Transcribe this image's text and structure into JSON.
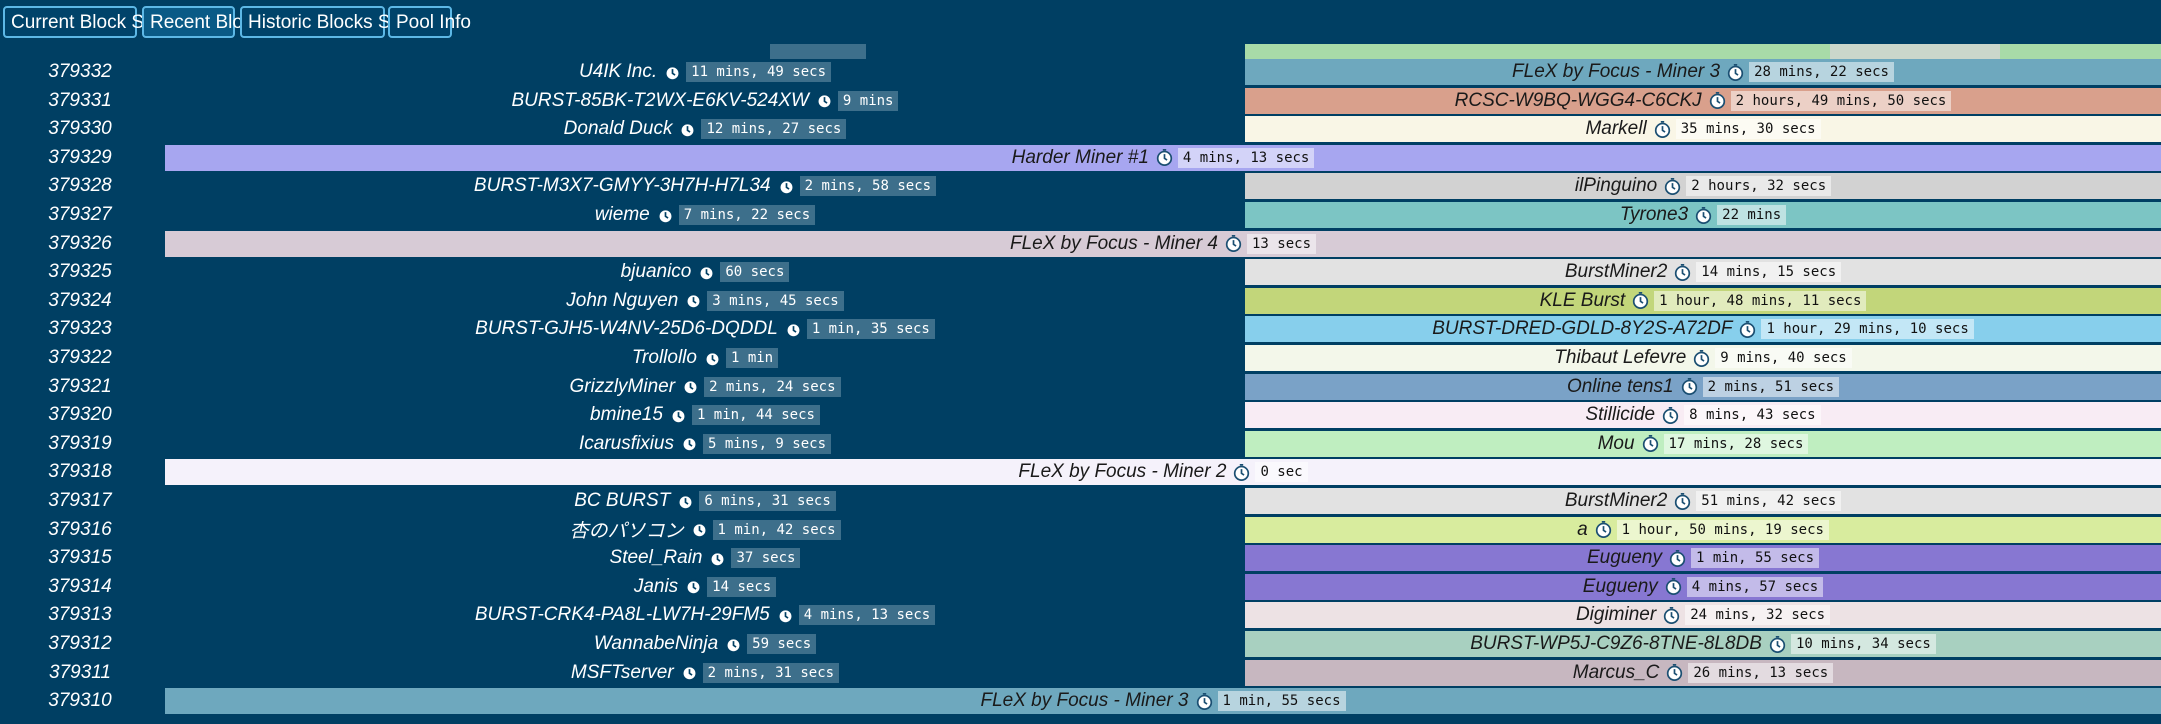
{
  "tabs": [
    {
      "label": "Current Block Shares",
      "active": false
    },
    {
      "label": "Recent Blocks",
      "active": true
    },
    {
      "label": "Historic Blocks Shares",
      "active": false
    },
    {
      "label": "Pool Info",
      "active": false
    }
  ],
  "icons": {
    "duration": "stopwatch-icon"
  },
  "rows": [
    {
      "height": "379332",
      "left": {
        "name": "U4IK Inc.",
        "duration": "11 mins, 49 secs"
      },
      "right": {
        "name": "FLeX by Focus - Miner 3",
        "duration": "28 mins, 22 secs",
        "color": "#6ea8be"
      }
    },
    {
      "height": "379331",
      "left": {
        "name": "BURST-85BK-T2WX-E6KV-524XW",
        "duration": "9 mins"
      },
      "right": {
        "name": "RCSC-W9BQ-WGG4-C6CKJ",
        "duration": "2 hours, 49 mins, 50 secs",
        "color": "#d9a08c"
      }
    },
    {
      "height": "379330",
      "left": {
        "name": "Donald Duck",
        "duration": "12 mins, 27 secs"
      },
      "right": {
        "name": "Markell",
        "duration": "35 mins, 30 secs",
        "color": "#f9f6e6"
      }
    },
    {
      "height": "379329",
      "full": {
        "name": "Harder Miner #1",
        "duration": "4 mins, 13 secs",
        "color": "#a7a6f0"
      }
    },
    {
      "height": "379328",
      "left": {
        "name": "BURST-M3X7-GMYY-3H7H-H7L34",
        "duration": "2 mins, 58 secs"
      },
      "right": {
        "name": "ilPinguino",
        "duration": "2 hours, 32 secs",
        "color": "#d2d2d2"
      }
    },
    {
      "height": "379327",
      "left": {
        "name": "wieme",
        "duration": "7 mins, 22 secs"
      },
      "right": {
        "name": "Tyrone3",
        "duration": "22 mins",
        "color": "#7cc5c4"
      }
    },
    {
      "height": "379326",
      "full": {
        "name": "FLeX by Focus - Miner 4",
        "duration": "13 secs",
        "color": "#d7cbd6"
      }
    },
    {
      "height": "379325",
      "left": {
        "name": "bjuanico",
        "duration": "60 secs"
      },
      "right": {
        "name": "BurstMiner2",
        "duration": "14 mins, 15 secs",
        "color": "#e2e2e2"
      }
    },
    {
      "height": "379324",
      "left": {
        "name": "John Nguyen",
        "duration": "3 mins, 45 secs"
      },
      "right": {
        "name": "KLE Burst",
        "duration": "1 hour, 48 mins, 11 secs",
        "color": "#c2d67a"
      }
    },
    {
      "height": "379323",
      "left": {
        "name": "BURST-GJH5-W4NV-25D6-DQDDL",
        "duration": "1 min, 35 secs"
      },
      "right": {
        "name": "BURST-DRED-GDLD-8Y2S-A72DF",
        "duration": "1 hour, 29 mins, 10 secs",
        "color": "#87cfec"
      }
    },
    {
      "height": "379322",
      "left": {
        "name": "Trollollo",
        "duration": "1 min"
      },
      "right": {
        "name": "Thibaut Lefevre",
        "duration": "9 mins, 40 secs",
        "color": "#f3f7ea"
      }
    },
    {
      "height": "379321",
      "left": {
        "name": "GrizzlyMiner",
        "duration": "2 mins, 24 secs"
      },
      "right": {
        "name": "Online tens1",
        "duration": "2 mins, 51 secs",
        "color": "#7aa2c7"
      }
    },
    {
      "height": "379320",
      "left": {
        "name": "bmine15",
        "duration": "1 min, 44 secs"
      },
      "right": {
        "name": "Stillicide",
        "duration": "8 mins, 43 secs",
        "color": "#f8ecf4"
      }
    },
    {
      "height": "379319",
      "left": {
        "name": "Icarusfixius",
        "duration": "5 mins, 9 secs"
      },
      "right": {
        "name": "Mou",
        "duration": "17 mins, 28 secs",
        "color": "#bfeec0"
      }
    },
    {
      "height": "379318",
      "full": {
        "name": "FLeX by Focus - Miner 2",
        "duration": "0 sec",
        "color": "#f5f2fb"
      }
    },
    {
      "height": "379317",
      "left": {
        "name": "BC BURST",
        "duration": "6 mins, 31 secs"
      },
      "right": {
        "name": "BurstMiner2",
        "duration": "51 mins, 42 secs",
        "color": "#e2e2e2"
      }
    },
    {
      "height": "379316",
      "left": {
        "name": "杏のパソコン",
        "duration": "1 min, 42 secs"
      },
      "right": {
        "name": "a",
        "duration": "1 hour, 50 mins, 19 secs",
        "color": "#d8ec9e"
      }
    },
    {
      "height": "379315",
      "left": {
        "name": "Steel_Rain",
        "duration": "37 secs"
      },
      "right": {
        "name": "Eugueny",
        "duration": "1 min, 55 secs",
        "color": "#8777d2"
      }
    },
    {
      "height": "379314",
      "left": {
        "name": "Janis",
        "duration": "14 secs"
      },
      "right": {
        "name": "Eugueny",
        "duration": "4 mins, 57 secs",
        "color": "#8777d2"
      }
    },
    {
      "height": "379313",
      "left": {
        "name": "BURST-CRK4-PA8L-LW7H-29FM5",
        "duration": "4 mins, 13 secs"
      },
      "right": {
        "name": "Digiminer",
        "duration": "24 mins, 32 secs",
        "color": "#ede2e4"
      }
    },
    {
      "height": "379312",
      "left": {
        "name": "WannabeNinja",
        "duration": "59 secs"
      },
      "right": {
        "name": "BURST-WP5J-C9Z6-8TNE-8L8DB",
        "duration": "10 mins, 34 secs",
        "color": "#a8d0c0"
      }
    },
    {
      "height": "379311",
      "left": {
        "name": "MSFTserver",
        "duration": "2 mins, 31 secs"
      },
      "right": {
        "name": "Marcus_C",
        "duration": "26 mins, 13 secs",
        "color": "#c7b7c0"
      }
    },
    {
      "height": "379310",
      "full": {
        "name": "FLeX by Focus - Miner 3",
        "duration": "1 min, 55 secs",
        "color": "#6ea8be"
      }
    }
  ]
}
